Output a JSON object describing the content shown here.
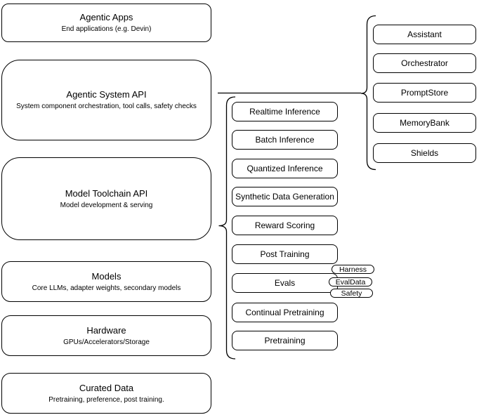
{
  "left_column": [
    {
      "title": "Agentic Apps",
      "subtitle": "End applications (e.g. Devin)"
    },
    {
      "title": "Agentic System API",
      "subtitle": "System component orchestration, tool calls, safety checks"
    },
    {
      "title": "Model Toolchain API",
      "subtitle": "Model development & serving"
    },
    {
      "title": "Models",
      "subtitle": "Core LLMs, adapter weights, secondary models"
    },
    {
      "title": "Hardware",
      "subtitle": "GPUs/Accelerators/Storage"
    },
    {
      "title": "Curated Data",
      "subtitle": "Pretraining, preference, post training."
    }
  ],
  "toolchain_items": [
    "Realtime Inference",
    "Batch Inference",
    "Quantized Inference",
    "Synthetic Data Generation",
    "Reward Scoring",
    "Post Training",
    "Evals",
    "Continual Pretraining",
    "Pretraining"
  ],
  "eval_tags": [
    "Harness",
    "EvalData",
    "Safety"
  ],
  "system_components": [
    "Assistant",
    "Orchestrator",
    "PromptStore",
    "MemoryBank",
    "Shields"
  ],
  "colors": {
    "stroke": "#000000",
    "background": "#ffffff"
  }
}
